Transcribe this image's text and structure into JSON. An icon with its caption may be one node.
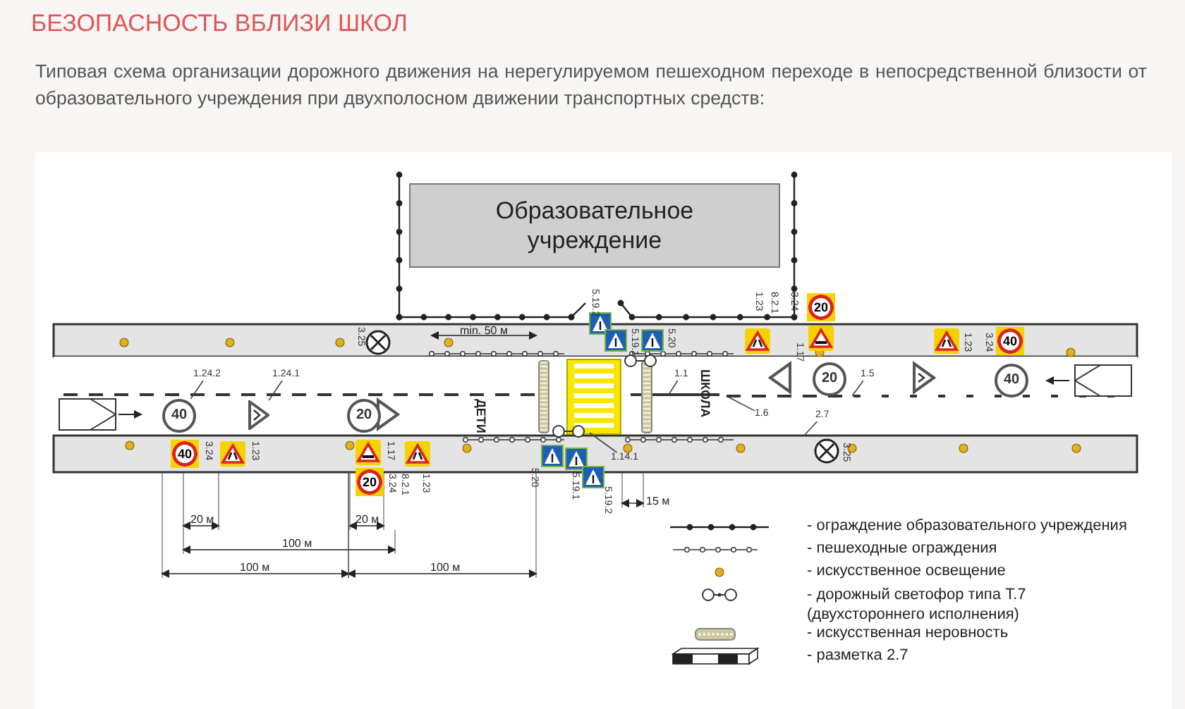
{
  "diagram": {
    "title": "БЕЗОПАСНОСТЬ ВБЛИЗИ ШКОЛ",
    "caption": "Типовая схема организации дорожного движения на нерегулируемом пешеходном переходе в непосредственной близости от образовательного учреждения при двухполосном  движении транспортных средств:",
    "nodes": [
      {
        "text": [
          "Образовательное учреждение"
        ]
      },
      {
        "text": [
          "20"
        ]
      },
      {
        "text": [
          "40"
        ]
      },
      {
        "text": [
          "1.24.2"
        ]
      },
      {
        "text": [
          "1.24.1"
        ]
      },
      {
        "text": [
          "1.1"
        ]
      },
      {
        "text": [
          "1.5"
        ]
      },
      {
        "text": [
          "40"
        ]
      },
      {
        "text": [],
        "shape": "triangle"
      },
      {
        "text": [
          "20"
        ]
      },
      {
        "text": [
          "20"
        ]
      },
      {
        "text": [
          "40"
        ]
      },
      {
        "text": [
          "1.6"
        ]
      },
      {
        "text": [
          "2.7"
        ]
      },
      {
        "text": [
          "1.14.1"
        ]
      },
      {
        "text": [
          "40"
        ]
      },
      {
        "text": [
          "20"
        ]
      }
    ],
    "edges": [
      {
        "from": 3,
        "to": 7,
        "arrow": "none"
      },
      {
        "from": 4,
        "to": 8,
        "arrow": "none"
      },
      {
        "from": 5,
        "to": null,
        "arrow": "none"
      },
      {
        "from": 6,
        "to": null,
        "arrow": "none"
      },
      {
        "from": 12,
        "to": null,
        "arrow": "none"
      },
      {
        "from": 13,
        "to": null,
        "arrow": "none"
      },
      {
        "from": 14,
        "to": null,
        "arrow": "none"
      }
    ],
    "labels": [
      "5.19.2",
      "1.23",
      "8.2.1",
      "3.24",
      "3.25",
      "min. 50 м",
      "5.19.1",
      "5.20",
      "1.17",
      "1.23",
      "3.24",
      "ШКОЛА",
      "ДЕТИ",
      "3.24",
      "1.23",
      "1.17",
      "5.20",
      "3.25",
      "3.24",
      "8.2.1",
      "1.23",
      "5.19.1",
      "5.19.2",
      "15 м",
      "20 м",
      "20 м",
      "100 м",
      "100 м",
      "100 м"
    ],
    "legend": [
      {
        "text": "- ограждение образовательного учреждения"
      },
      {
        "text": "- пешеходные ограждения"
      },
      {
        "text": "- искусственное освещение",
        "color": "#e0b020"
      },
      {
        "text": "- дорожный светофор типа Т.7 (двухстороннего исполнения)"
      },
      {
        "text": "- искусственная неровность"
      },
      {
        "text": "- разметка 2.7"
      }
    ]
  }
}
